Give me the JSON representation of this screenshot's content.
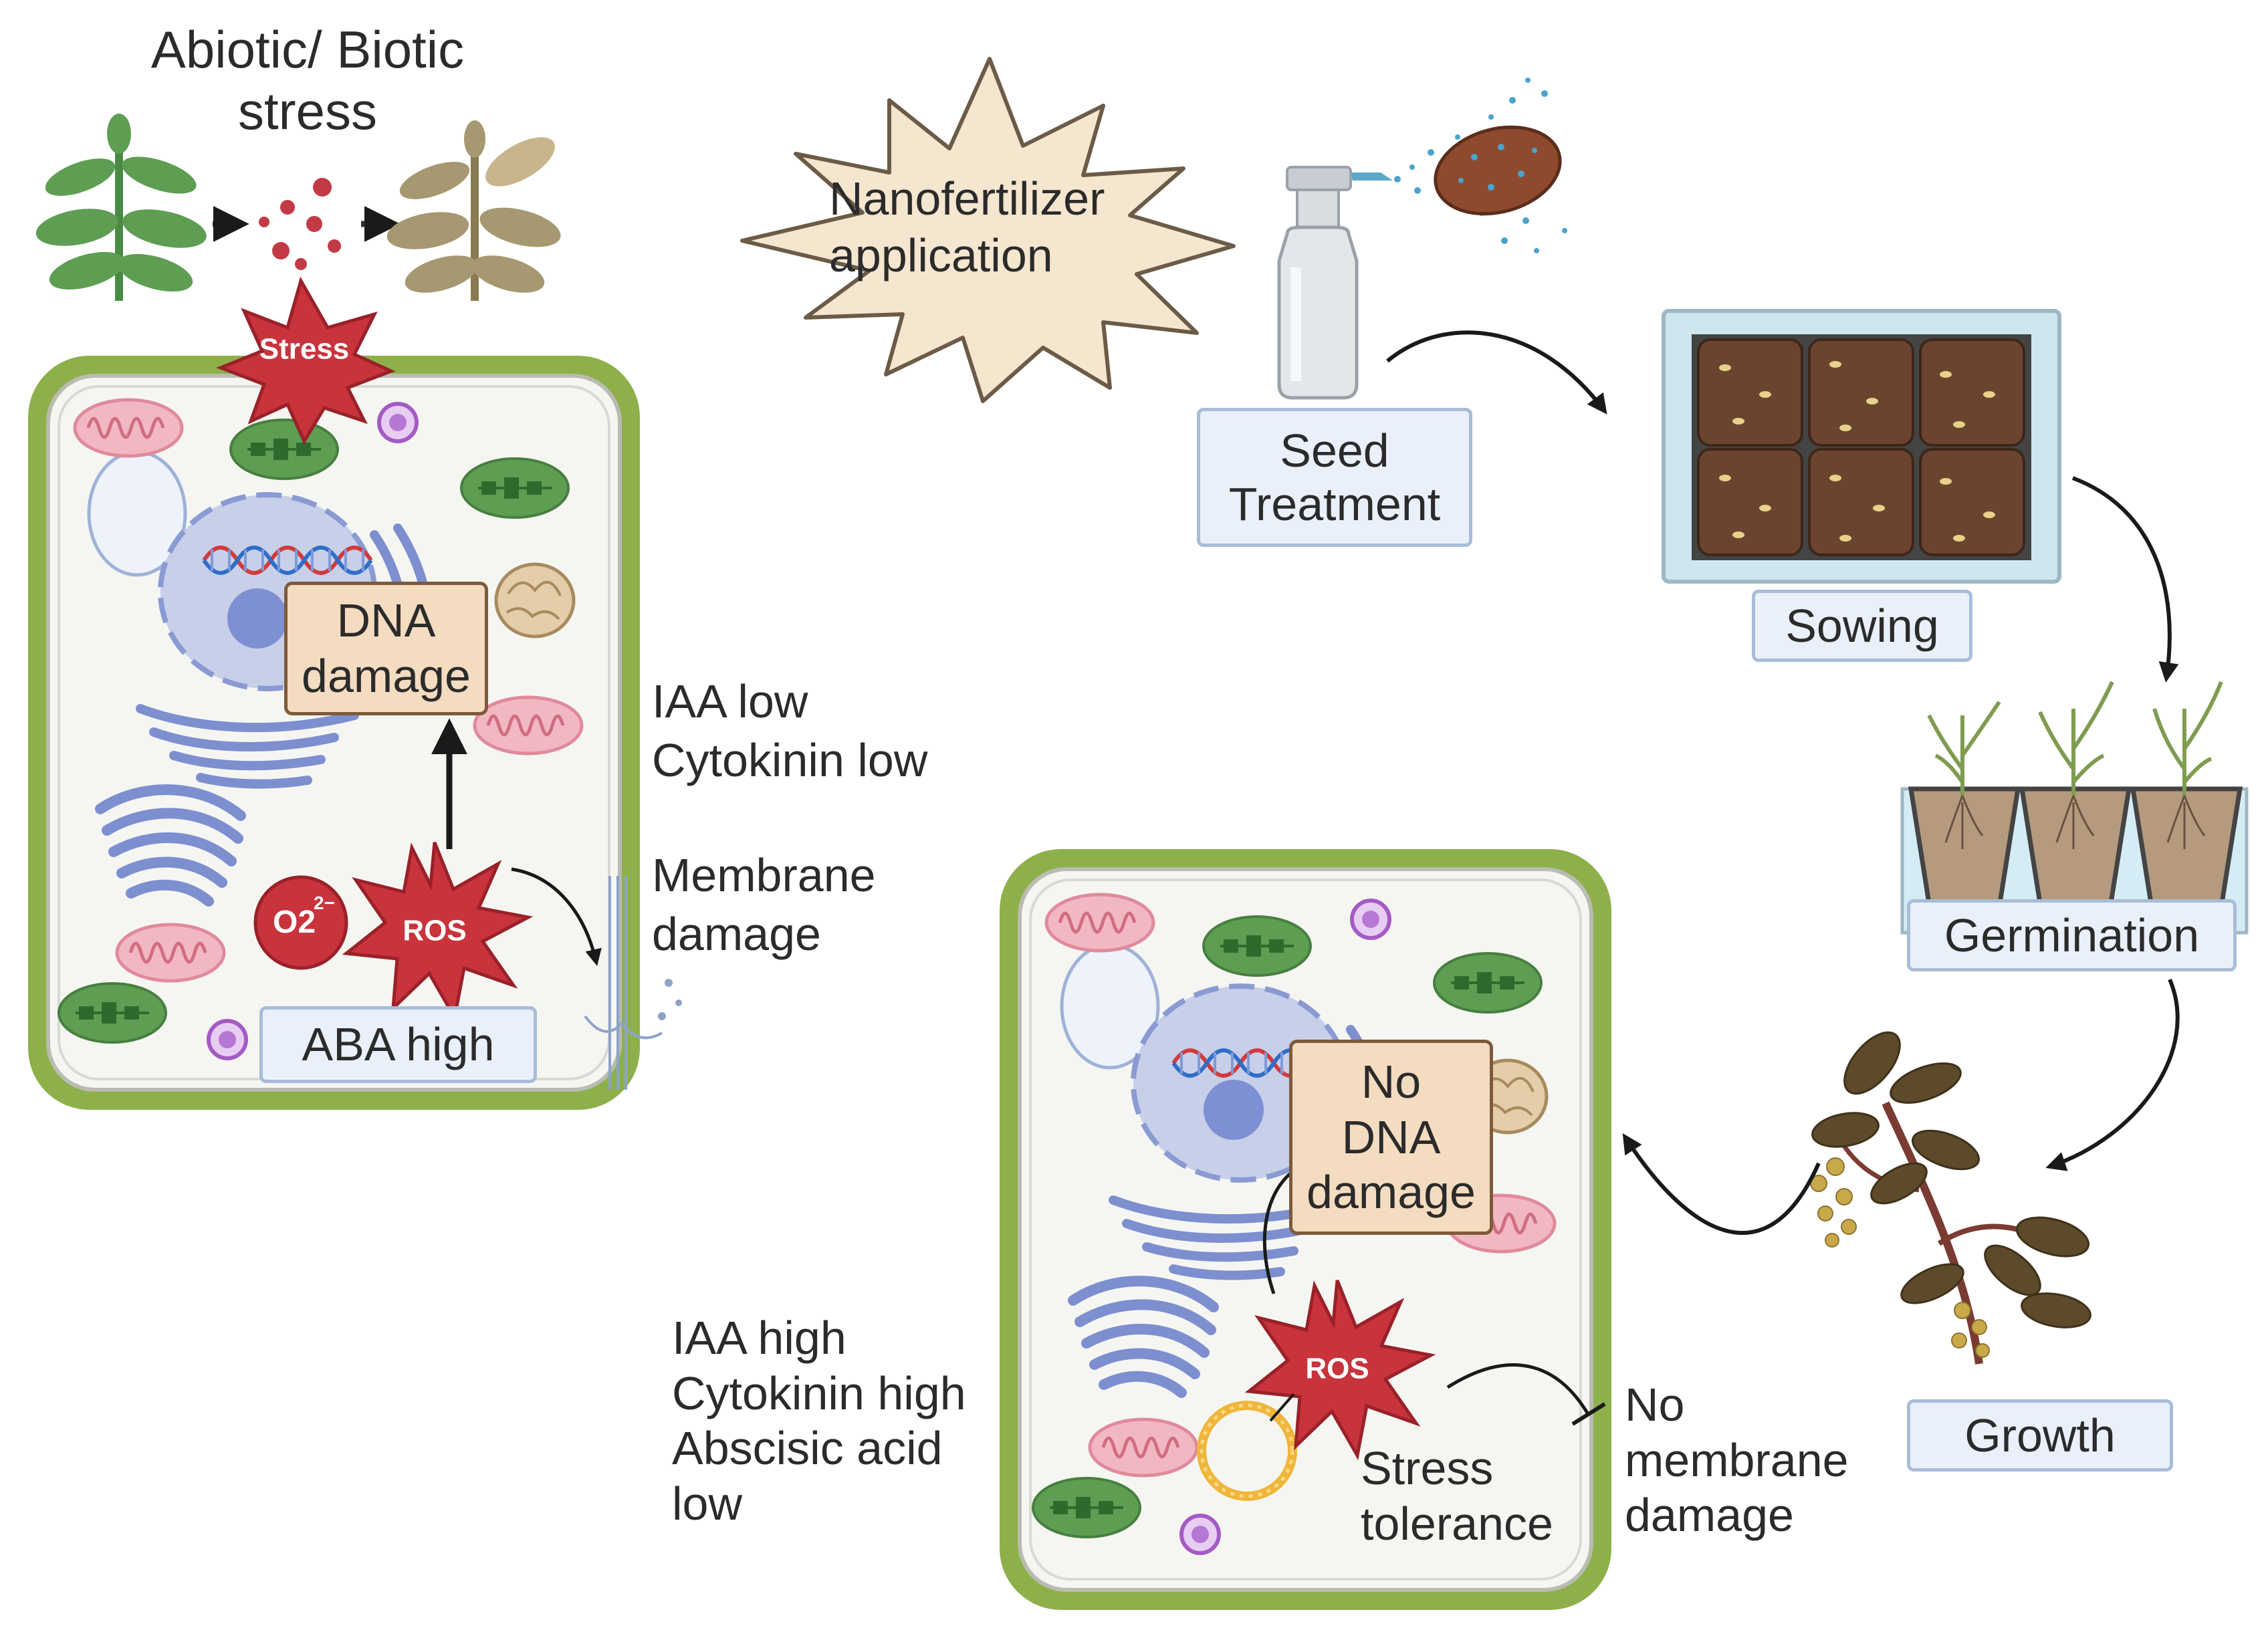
{
  "title": {
    "line1": "Abiotic/ Biotic",
    "line2": "stress"
  },
  "stress_badge": "Stress",
  "nano_burst": {
    "line1": "Nanofertilizer",
    "line2": "application"
  },
  "stressed_cell": {
    "dna_box": {
      "line1": "DNA",
      "line2": "damage"
    },
    "ros_label": "ROS",
    "superoxide_label": "O2",
    "superoxide_charge": "2−",
    "aba_box": "ABA high"
  },
  "stressed_annotations": {
    "hormones": {
      "line1": "IAA low",
      "line2": "Cytokinin low"
    },
    "membrane": {
      "line1": "Membrane",
      "line2": "damage"
    }
  },
  "process_steps": {
    "seed_treatment": {
      "line1": "Seed",
      "line2": "Treatment"
    },
    "sowing": "Sowing",
    "germination": "Germination",
    "growth": "Growth"
  },
  "healthy_cell": {
    "dna_box": {
      "line1": "No",
      "line2": "DNA",
      "line3": "damage"
    },
    "ros_label": "ROS",
    "tolerance": {
      "line1": "Stress",
      "line2": "tolerance"
    }
  },
  "healthy_annotations": {
    "hormones": {
      "line1": "IAA high",
      "line2": "Cytokinin high",
      "line3": "Abscisic acid",
      "line4": "low"
    },
    "membrane": {
      "line1": "No",
      "line2": "membrane",
      "line3": "damage"
    }
  },
  "colors": {
    "cell_wall": "#8db04a",
    "cell_fill": "#f5f6f2",
    "nucleus": "#c7cfe9",
    "er": "#7e8fd0",
    "mitochondria": "#e79aa8",
    "chloroplast": "#5d9e53",
    "ros_red": "#c9333b",
    "box_fill": "#e9f0fa",
    "box_border": "#a9bcd8",
    "burst_fill": "#f5e6cf",
    "soil": "#6b4430"
  }
}
